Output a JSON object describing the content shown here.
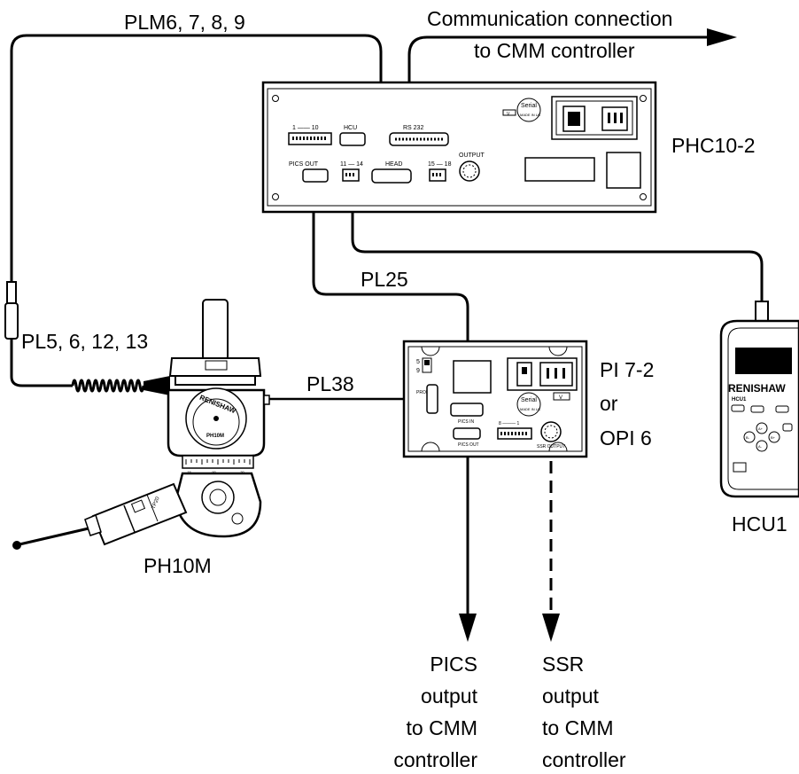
{
  "labels": {
    "cable_plm": "PLM6, 7, 8, 9",
    "comm_line1": "Communication connection",
    "comm_line2": "to CMM controller",
    "phc": "PHC10-2",
    "pl25": "PL25",
    "pl5": "PL5, 6, 12, 13",
    "pl38": "PL38",
    "pi_line1": "PI 7-2",
    "pi_line2": "or",
    "pi_line3": "OPI 6",
    "hcu1": "HCU1",
    "ph10m": "PH10M",
    "pics_out": [
      "PICS",
      "output",
      "to CMM",
      "controller"
    ],
    "ssr_out": [
      "SSR",
      "output",
      "to CMM",
      "controller"
    ]
  },
  "panel_phc": {
    "range_1_10": "1 —— 10",
    "hcu": "HCU",
    "rs232": "RS 232",
    "pics_out": "PICS OUT",
    "range_11_14": "11 — 14",
    "head": "HEAD",
    "range_15_18": "15 — 18",
    "output": "OUTPUT",
    "v": "V",
    "serial": "Serial",
    "made_in": "MADE IN UK"
  },
  "panel_pi": {
    "probe": "PROBE",
    "pics_in": "PICS IN",
    "pics_out": "PICS OUT",
    "ssr_output": "SSR OUTPUT",
    "switch_5": "5",
    "switch_9": "9",
    "range_8_1": "8 ——— 1",
    "v": "V",
    "serial": "Serial",
    "made_in": "MADE IN UK"
  },
  "hcu_device": {
    "brand": "RENISHAW",
    "model": "HCU1",
    "keys": [
      "A+",
      "B-",
      "B+",
      "A-"
    ]
  },
  "head_device": {
    "brand": "RENISHAW",
    "model": "PH10M",
    "probe_model": "TP20",
    "scale": [
      "-15",
      "-90",
      "-30"
    ]
  },
  "colors": {
    "line": "#000000",
    "background": "#ffffff"
  }
}
